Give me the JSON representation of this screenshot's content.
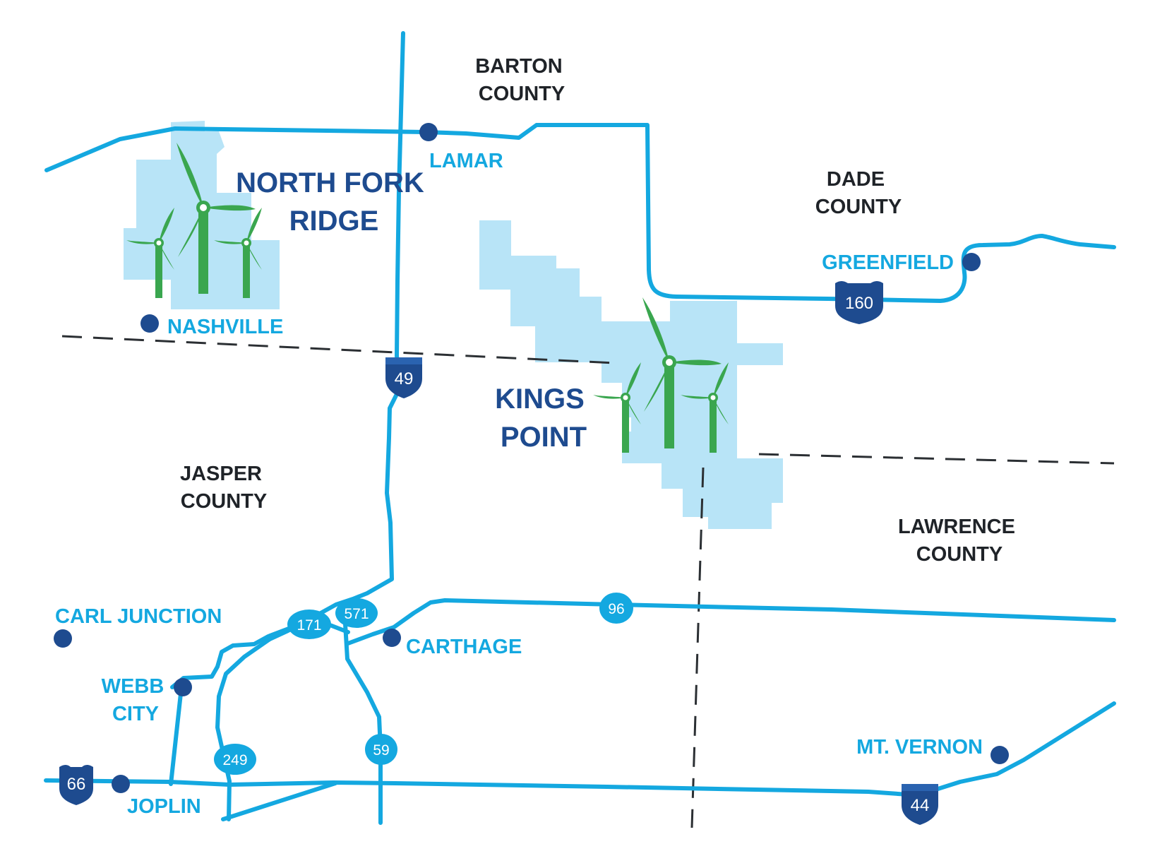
{
  "colors": {
    "road": "#14a8e0",
    "farm_area": "#b8e4f7",
    "turbine": "#3aa64f",
    "city_dot": "#1e4b8f",
    "interstate_shield": "#1e4b8f",
    "county_label": "#1f2328",
    "city_label": "#14a8e0",
    "farm_label": "#1e4b8f"
  },
  "counties": {
    "barton": [
      "BARTON",
      "COUNTY"
    ],
    "dade": [
      "DADE",
      "COUNTY"
    ],
    "jasper": [
      "JASPER",
      "COUNTY"
    ],
    "lawrence": [
      "LAWRENCE",
      "COUNTY"
    ]
  },
  "wind_farms": {
    "north_fork_ridge": [
      "NORTH FORK",
      "RIDGE"
    ],
    "kings_point": [
      "KINGS",
      "POINT"
    ]
  },
  "cities": {
    "lamar": "LAMAR",
    "nashville": "NASHVILLE",
    "greenfield": "GREENFIELD",
    "carl_junction": "CARL JUNCTION",
    "carthage": "CARTHAGE",
    "webb_city": [
      "WEBB",
      "CITY"
    ],
    "joplin": "JOPLIN",
    "mt_vernon": "MT. VERNON"
  },
  "routes": {
    "i49": "49",
    "i44": "44",
    "us160": "160",
    "us66": "66",
    "r171": "171",
    "r571": "571",
    "r96": "96",
    "r249": "249",
    "r59": "59"
  },
  "icons": {
    "turbine": "wind-turbine-icon",
    "interstate": "interstate-shield-icon",
    "us_route": "us-route-shield-icon",
    "state_route": "state-route-oval-icon",
    "city": "city-dot-icon"
  }
}
